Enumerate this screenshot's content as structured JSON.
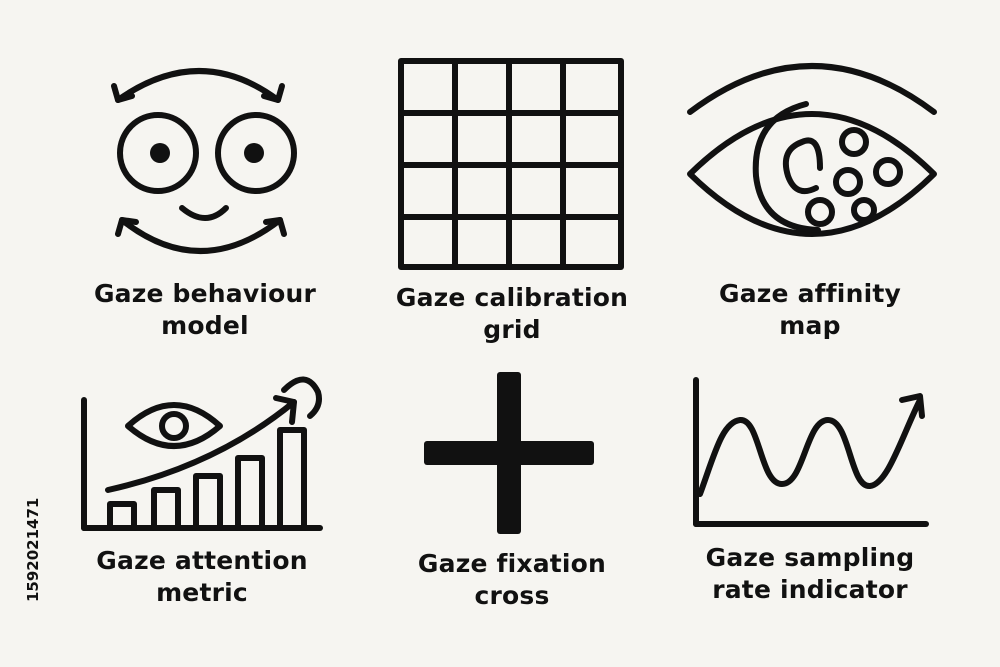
{
  "icons": [
    {
      "id": "behaviour",
      "icon": "face-eyes-rotate-icon",
      "caption_lines": [
        "Gaze behaviour",
        "model"
      ]
    },
    {
      "id": "calibration",
      "icon": "calibration-grid-icon",
      "caption_lines": [
        "Gaze calibration",
        "grid"
      ]
    },
    {
      "id": "affinity",
      "icon": "eye-dots-map-icon",
      "caption_lines": [
        "Gaze affinity",
        "map"
      ]
    },
    {
      "id": "attention",
      "icon": "eye-bar-growth-chart-icon",
      "caption_lines": [
        "Gaze attention",
        "metric"
      ]
    },
    {
      "id": "fixation",
      "icon": "fixation-cross-icon",
      "caption_lines": [
        "Gaze fixation",
        "cross"
      ]
    },
    {
      "id": "sampling",
      "icon": "wave-arrow-chart-icon",
      "caption_lines": [
        "Gaze sampling",
        "rate indicator"
      ]
    }
  ],
  "stock_id": "1592021471",
  "colors": {
    "ink": "#111111",
    "background": "#f6f5f1"
  }
}
